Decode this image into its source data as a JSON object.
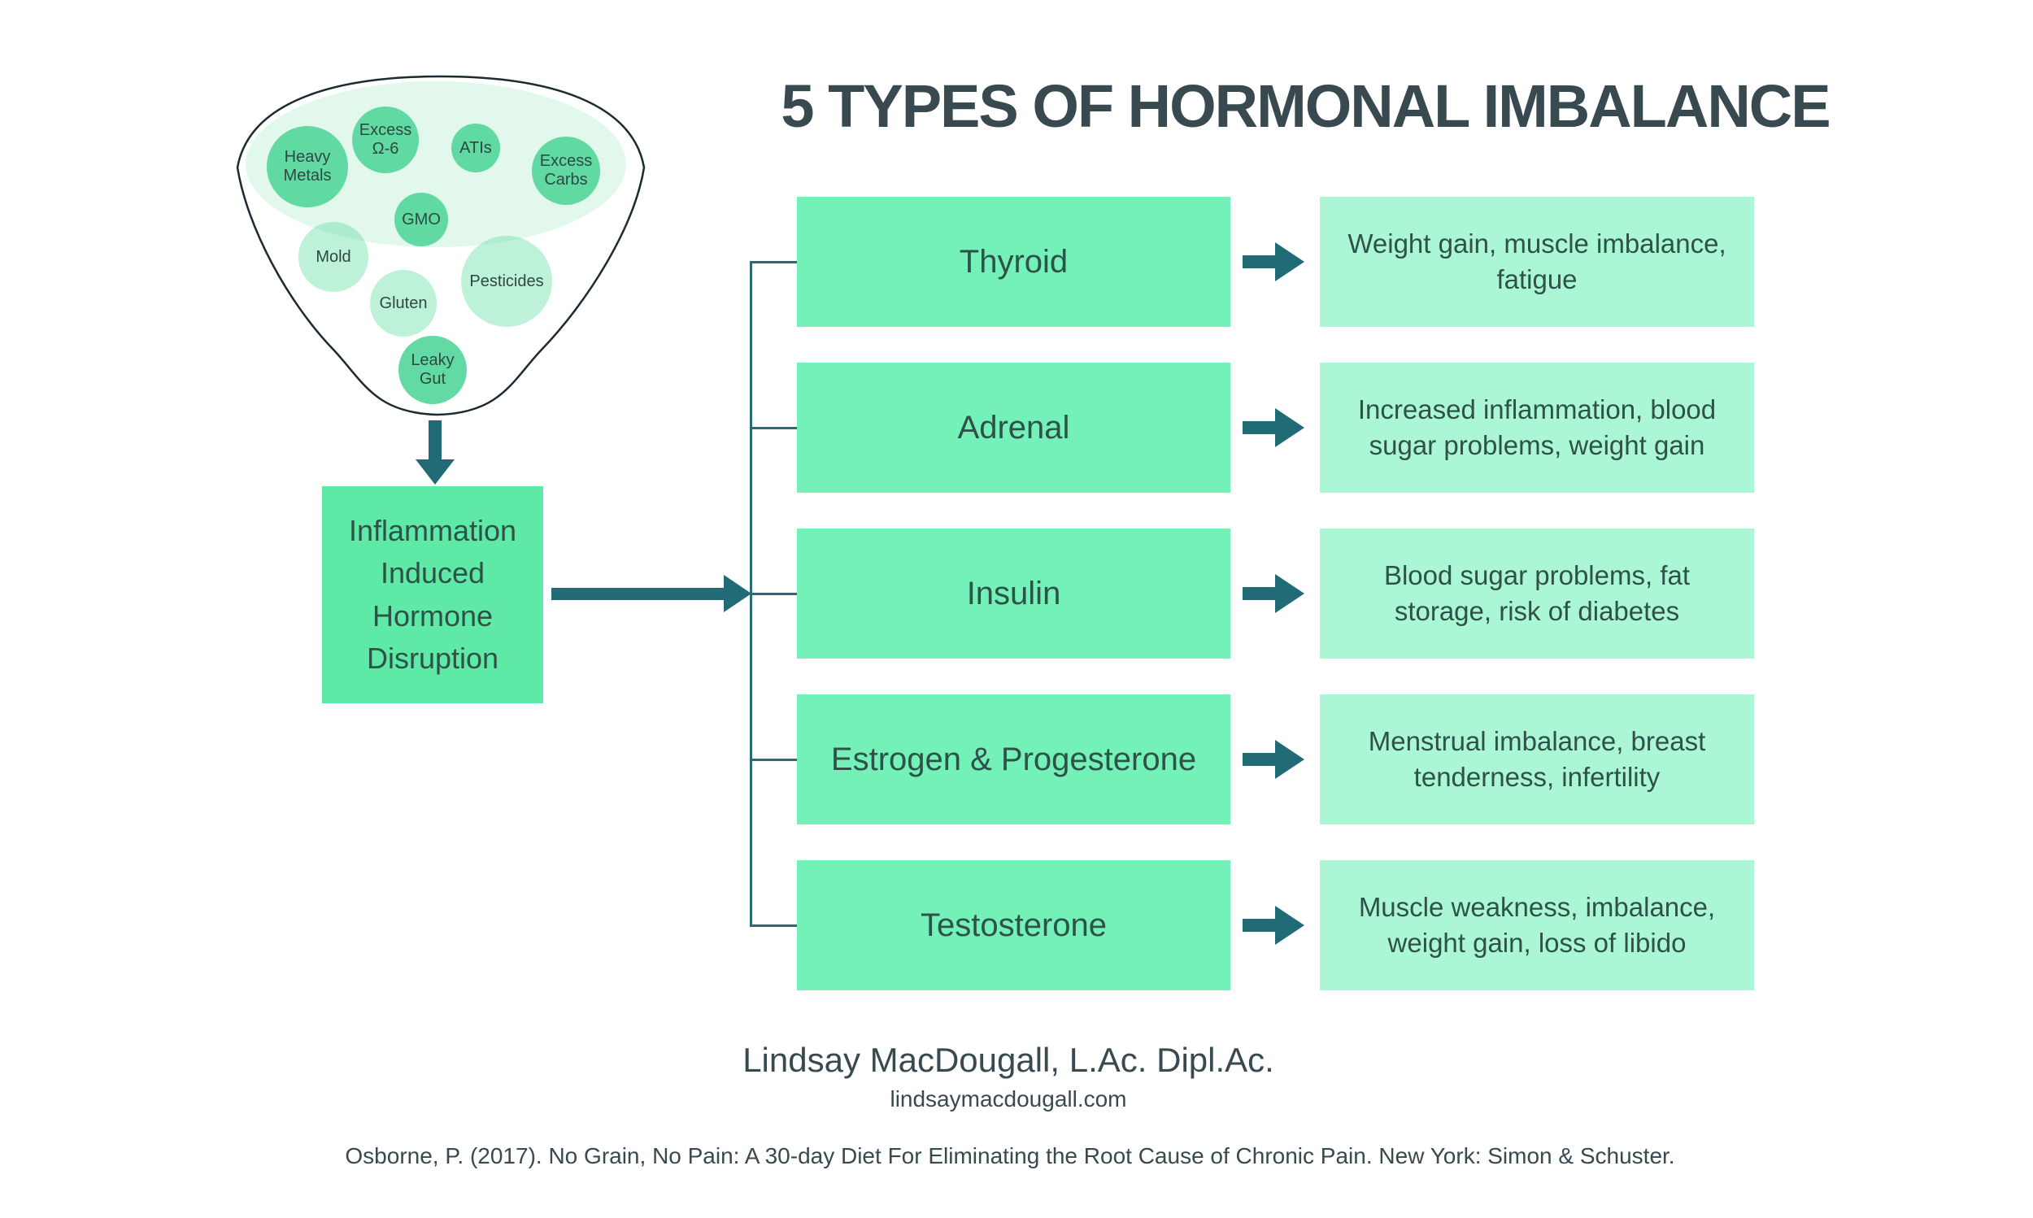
{
  "title": "5 TYPES OF HORMONAL IMBALANCE",
  "funnel": {
    "bubbles": [
      {
        "label": "Heavy Metals",
        "shade": "dark"
      },
      {
        "label": "Excess Ω-6",
        "shade": "dark"
      },
      {
        "label": "ATIs",
        "shade": "dark"
      },
      {
        "label": "Excess Carbs",
        "shade": "dark"
      },
      {
        "label": "GMO",
        "shade": "dark"
      },
      {
        "label": "Mold",
        "shade": "light"
      },
      {
        "label": "Pesticides",
        "shade": "light"
      },
      {
        "label": "Gluten",
        "shade": "light"
      },
      {
        "label": "Leaky Gut",
        "shade": "dark"
      }
    ]
  },
  "source_box": {
    "label": "Inflammation Induced Hormone Disruption"
  },
  "rows": [
    {
      "hormone": "Thyroid",
      "symptoms": "Weight gain, muscle imbalance, fatigue"
    },
    {
      "hormone": "Adrenal",
      "symptoms": "Increased inflammation, blood sugar problems, weight gain"
    },
    {
      "hormone": "Insulin",
      "symptoms": "Blood sugar problems, fat storage, risk of diabetes"
    },
    {
      "hormone": "Estrogen & Progesterone",
      "symptoms": "Menstrual imbalance, breast tenderness, infertility"
    },
    {
      "hormone": "Testosterone",
      "symptoms": "Muscle weakness, imbalance, weight gain, loss of libido"
    }
  ],
  "footer": {
    "name": "Lindsay MacDougall, L.Ac. Dipl.Ac.",
    "website": "lindsaymacdougall.com",
    "citation": "Osborne, P. (2017). No Grain, No Pain: A 30-day Diet For Eliminating the Root Cause of Chronic Pain. New York: Simon & Schuster."
  },
  "colors": {
    "box_green": "#74F1B8",
    "source_green": "#5EE9A6",
    "symptom_green": "#ABF7D5",
    "pale_green": "#E2F8EC",
    "arrow_teal": "#206B76",
    "text_dark": "#2E5248",
    "title_color": "#38494F"
  }
}
